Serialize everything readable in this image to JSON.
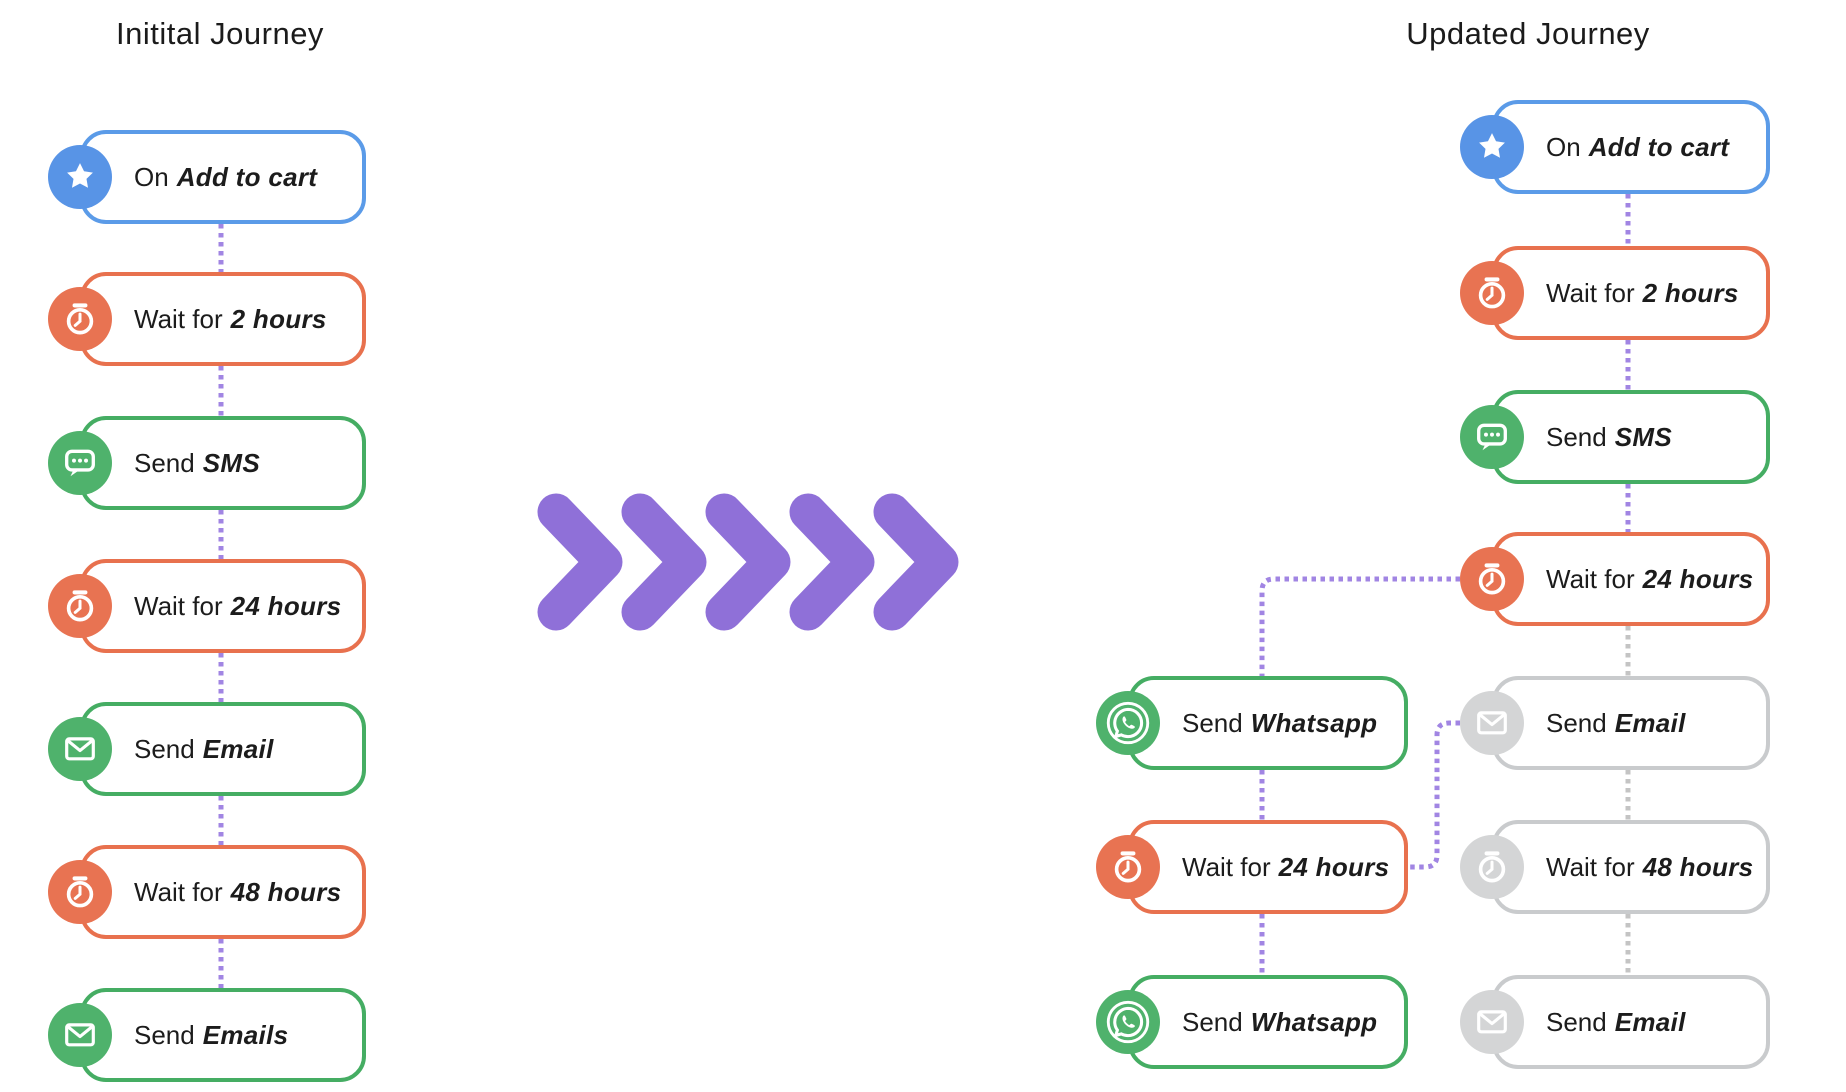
{
  "colors": {
    "blue_border": "#5B9BE8",
    "blue_fill": "#5894E6",
    "orange_border": "#E8714E",
    "orange_fill": "#E87352",
    "green_border": "#45AD63",
    "green_fill": "#4FB26C",
    "gray_border": "#C9CBCD",
    "gray_fill": "#D4D5D6",
    "connector_purple": "#A185E3",
    "connector_gray": "#C4C4C4",
    "chevron_purple": "#8F70D8",
    "text": "#1C1C1C"
  },
  "left_panel": {
    "title": "Initital Journey",
    "nodes": [
      {
        "prefix": "On",
        "emphasis": "Add to cart",
        "icon": "star",
        "palette": "blue"
      },
      {
        "prefix": "Wait for",
        "emphasis": "2 hours",
        "icon": "timer",
        "palette": "orange"
      },
      {
        "prefix": "Send",
        "emphasis": "SMS",
        "icon": "sms",
        "palette": "green"
      },
      {
        "prefix": "Wait for",
        "emphasis": "24 hours",
        "icon": "timer",
        "palette": "orange"
      },
      {
        "prefix": "Send",
        "emphasis": "Email",
        "icon": "email",
        "palette": "green"
      },
      {
        "prefix": "Wait for",
        "emphasis": "48 hours",
        "icon": "timer",
        "palette": "orange"
      },
      {
        "prefix": "Send",
        "emphasis": "Emails",
        "icon": "email",
        "palette": "green"
      }
    ]
  },
  "right_panel": {
    "title": "Updated Journey",
    "main_nodes": [
      {
        "prefix": "On",
        "emphasis": "Add to cart",
        "icon": "star",
        "palette": "blue"
      },
      {
        "prefix": "Wait for",
        "emphasis": "2 hours",
        "icon": "timer",
        "palette": "orange"
      },
      {
        "prefix": "Send",
        "emphasis": "SMS",
        "icon": "sms",
        "palette": "green"
      },
      {
        "prefix": "Wait for",
        "emphasis": "24 hours",
        "icon": "timer",
        "palette": "orange"
      },
      {
        "prefix": "Send",
        "emphasis": "Email",
        "icon": "email",
        "palette": "gray"
      },
      {
        "prefix": "Wait for",
        "emphasis": "48 hours",
        "icon": "timer",
        "palette": "gray"
      },
      {
        "prefix": "Send",
        "emphasis": "Email",
        "icon": "email",
        "palette": "gray"
      }
    ],
    "branch_nodes": [
      {
        "prefix": "Send",
        "emphasis": "Whatsapp",
        "icon": "whatsapp",
        "palette": "green"
      },
      {
        "prefix": "Wait for",
        "emphasis": "24 hours",
        "icon": "timer",
        "palette": "orange"
      },
      {
        "prefix": "Send",
        "emphasis": "Whatsapp",
        "icon": "whatsapp",
        "palette": "green"
      }
    ]
  }
}
